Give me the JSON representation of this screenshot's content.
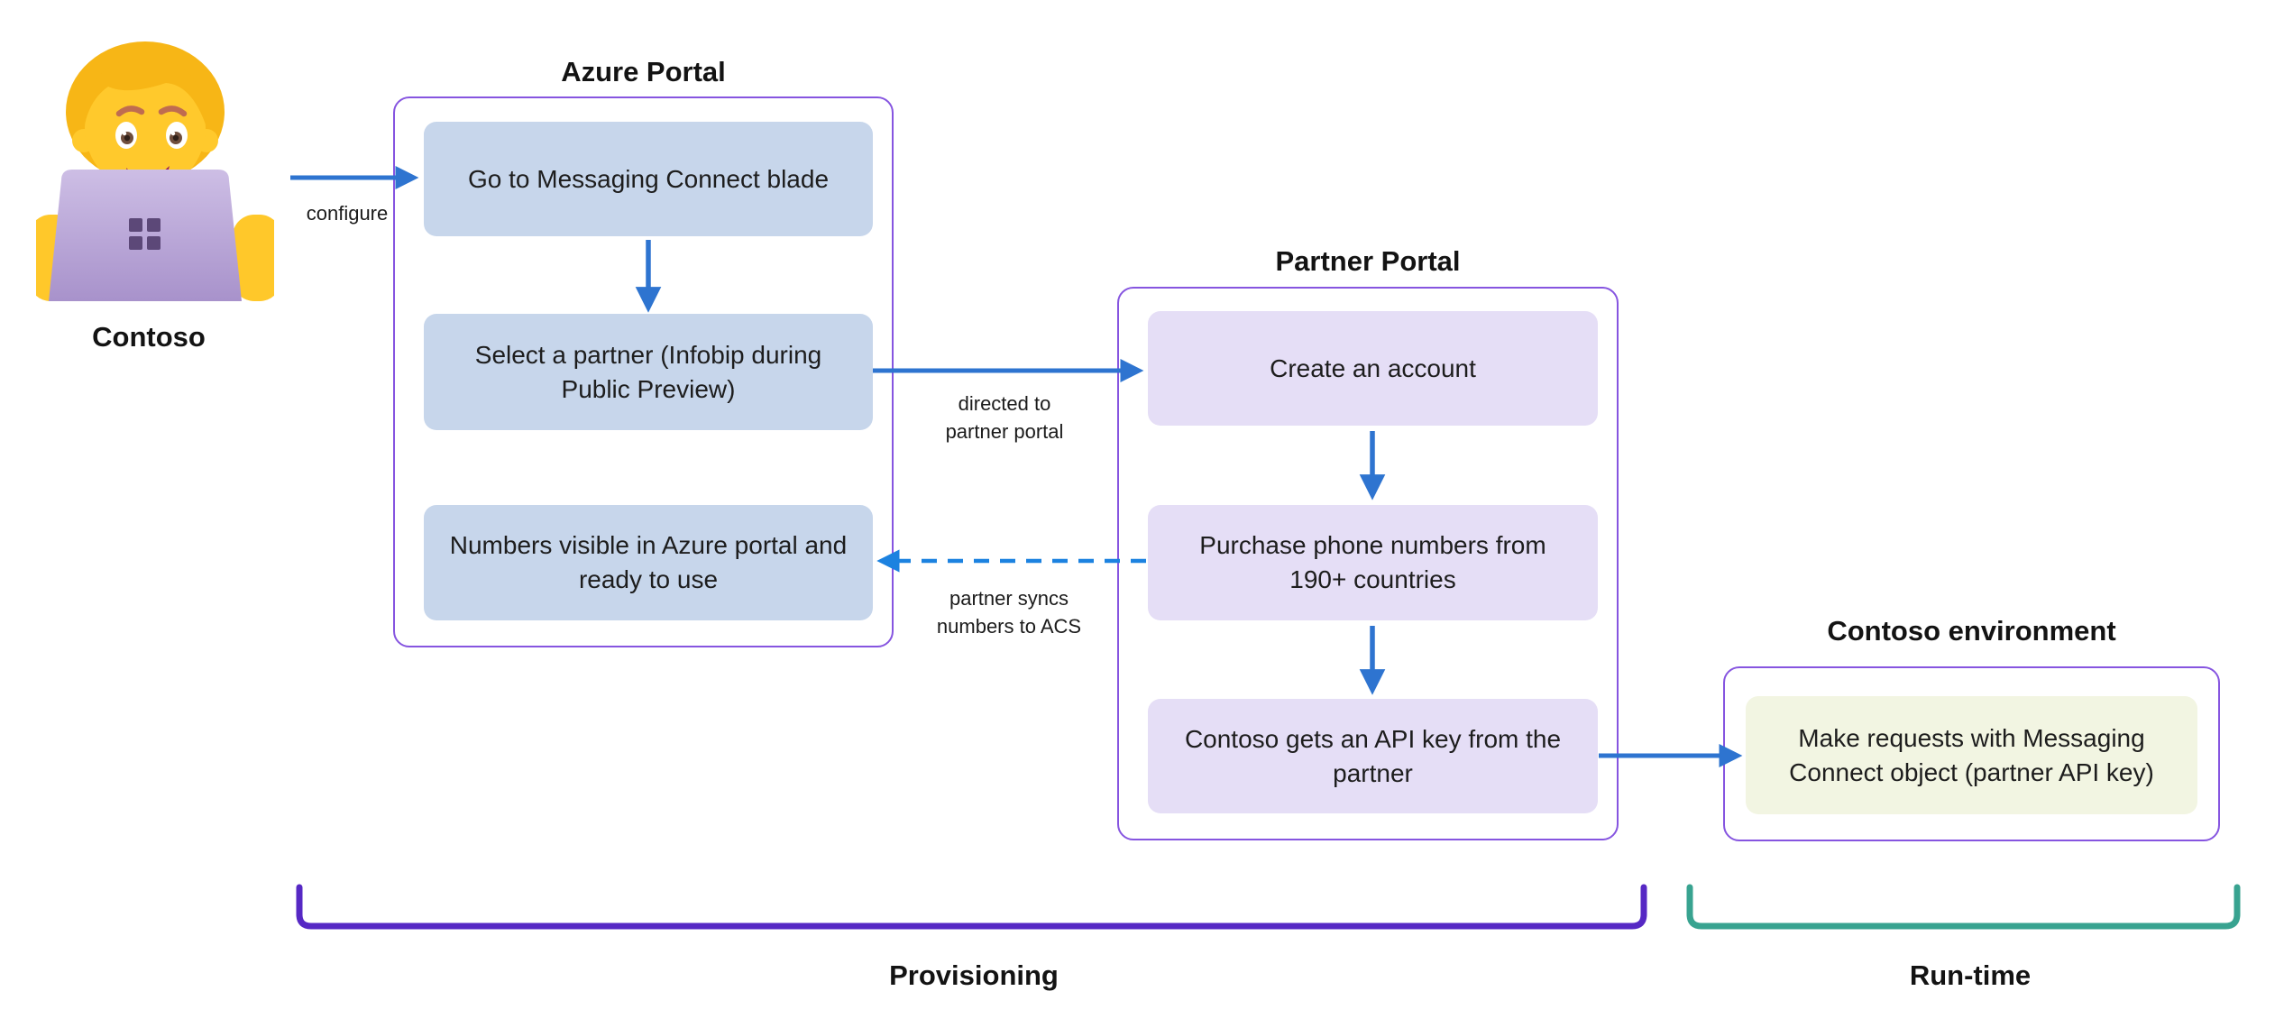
{
  "actor": {
    "label": "Contoso",
    "icon": "technologist-emoji"
  },
  "groups": {
    "azure": {
      "title": "Azure Portal",
      "steps": [
        "Go to Messaging Connect blade",
        "Select a partner (Infobip during Public Preview)",
        "Numbers visible in Azure portal and ready to use"
      ]
    },
    "partner": {
      "title": "Partner Portal",
      "steps": [
        "Create an account",
        "Purchase phone numbers from 190+ countries",
        "Contoso gets an API key from the partner"
      ]
    },
    "environment": {
      "title": "Contoso environment",
      "steps": [
        "Make requests with Messaging Connect object (partner API key)"
      ]
    }
  },
  "edges": [
    {
      "id": "configure",
      "label": "configure",
      "style": "solid"
    },
    {
      "id": "directed-to-partner-portal",
      "label": "directed to partner portal",
      "style": "solid"
    },
    {
      "id": "partner-syncs-numbers-to-acs",
      "label": "partner syncs numbers to ACS",
      "style": "dashed"
    }
  ],
  "phases": [
    {
      "label": "Provisioning",
      "color": "#5628C4"
    },
    {
      "label": "Run-time",
      "color": "#38A390"
    }
  ],
  "colors": {
    "container_border": "#8655E0",
    "azure_step_fill": "#C7D6EB",
    "partner_step_fill": "#E5DEF6",
    "environment_step_fill": "#F2F5E2",
    "arrow_solid": "#2E74D0",
    "arrow_dashed": "#1C82E0",
    "provisioning_bracket": "#5628C4",
    "runtime_bracket": "#38A390"
  }
}
